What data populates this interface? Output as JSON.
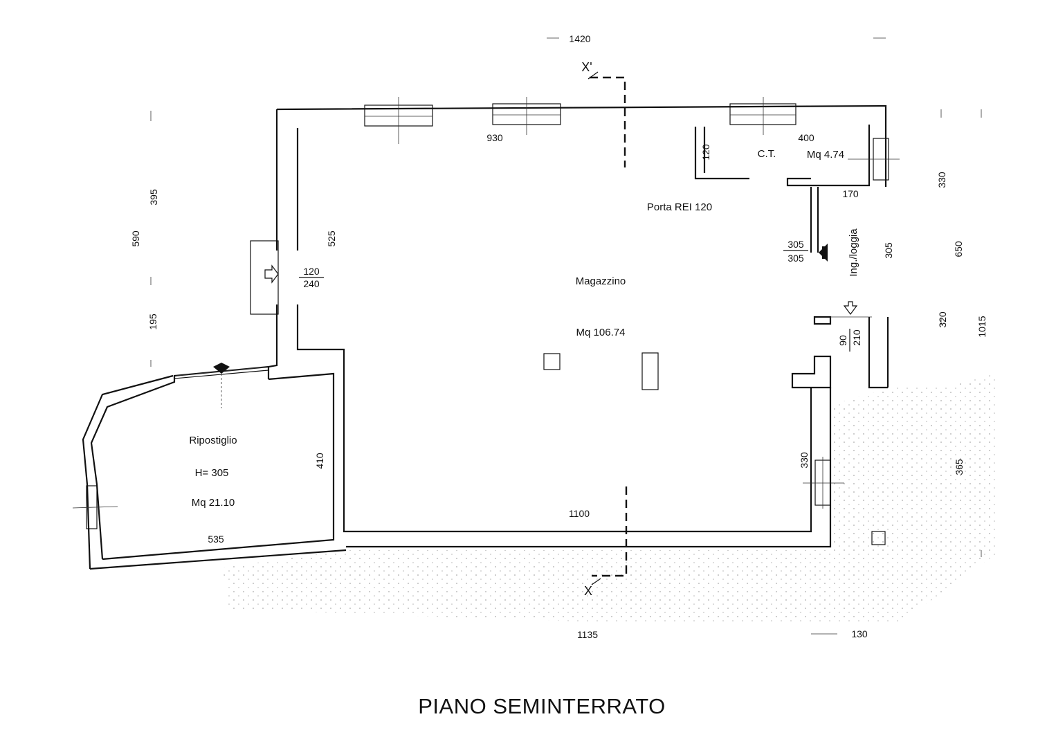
{
  "title": "PIANO SEMINTERRATO",
  "rooms": {
    "magazzino": {
      "name": "Magazzino",
      "area": "Mq 106.74"
    },
    "ct": {
      "name": "C.T.",
      "area": "Mq 4.74"
    },
    "ripostiglio": {
      "name": "Ripostiglio",
      "height": "H= 305",
      "area": "Mq 21.10"
    }
  },
  "labels": {
    "porta_rei": "Porta REI 120",
    "ingresso": "Ing./loggia",
    "section_top": "X'",
    "section_bottom": "X"
  },
  "dimensions": {
    "top_overall": "1420",
    "top_inner": "930",
    "ct_width": "400",
    "ct_depth": "120",
    "ct_right": "330",
    "ct_door": "170",
    "door_west_w": "120",
    "door_west_h": "240",
    "west_inner": "525",
    "left_395": "395",
    "left_590": "590",
    "left_195": "195",
    "door_east_w": "305",
    "door_east_h": "305",
    "east_305": "305",
    "right_650": "650",
    "right_320": "320",
    "right_1015": "1015",
    "door_se_w": "90",
    "door_se_h": "210",
    "right_330b": "330",
    "right_365": "365",
    "rip_410": "410",
    "rip_535": "535",
    "bottom_inner": "1100",
    "bottom_overall": "1135",
    "bottom_right": "130"
  }
}
